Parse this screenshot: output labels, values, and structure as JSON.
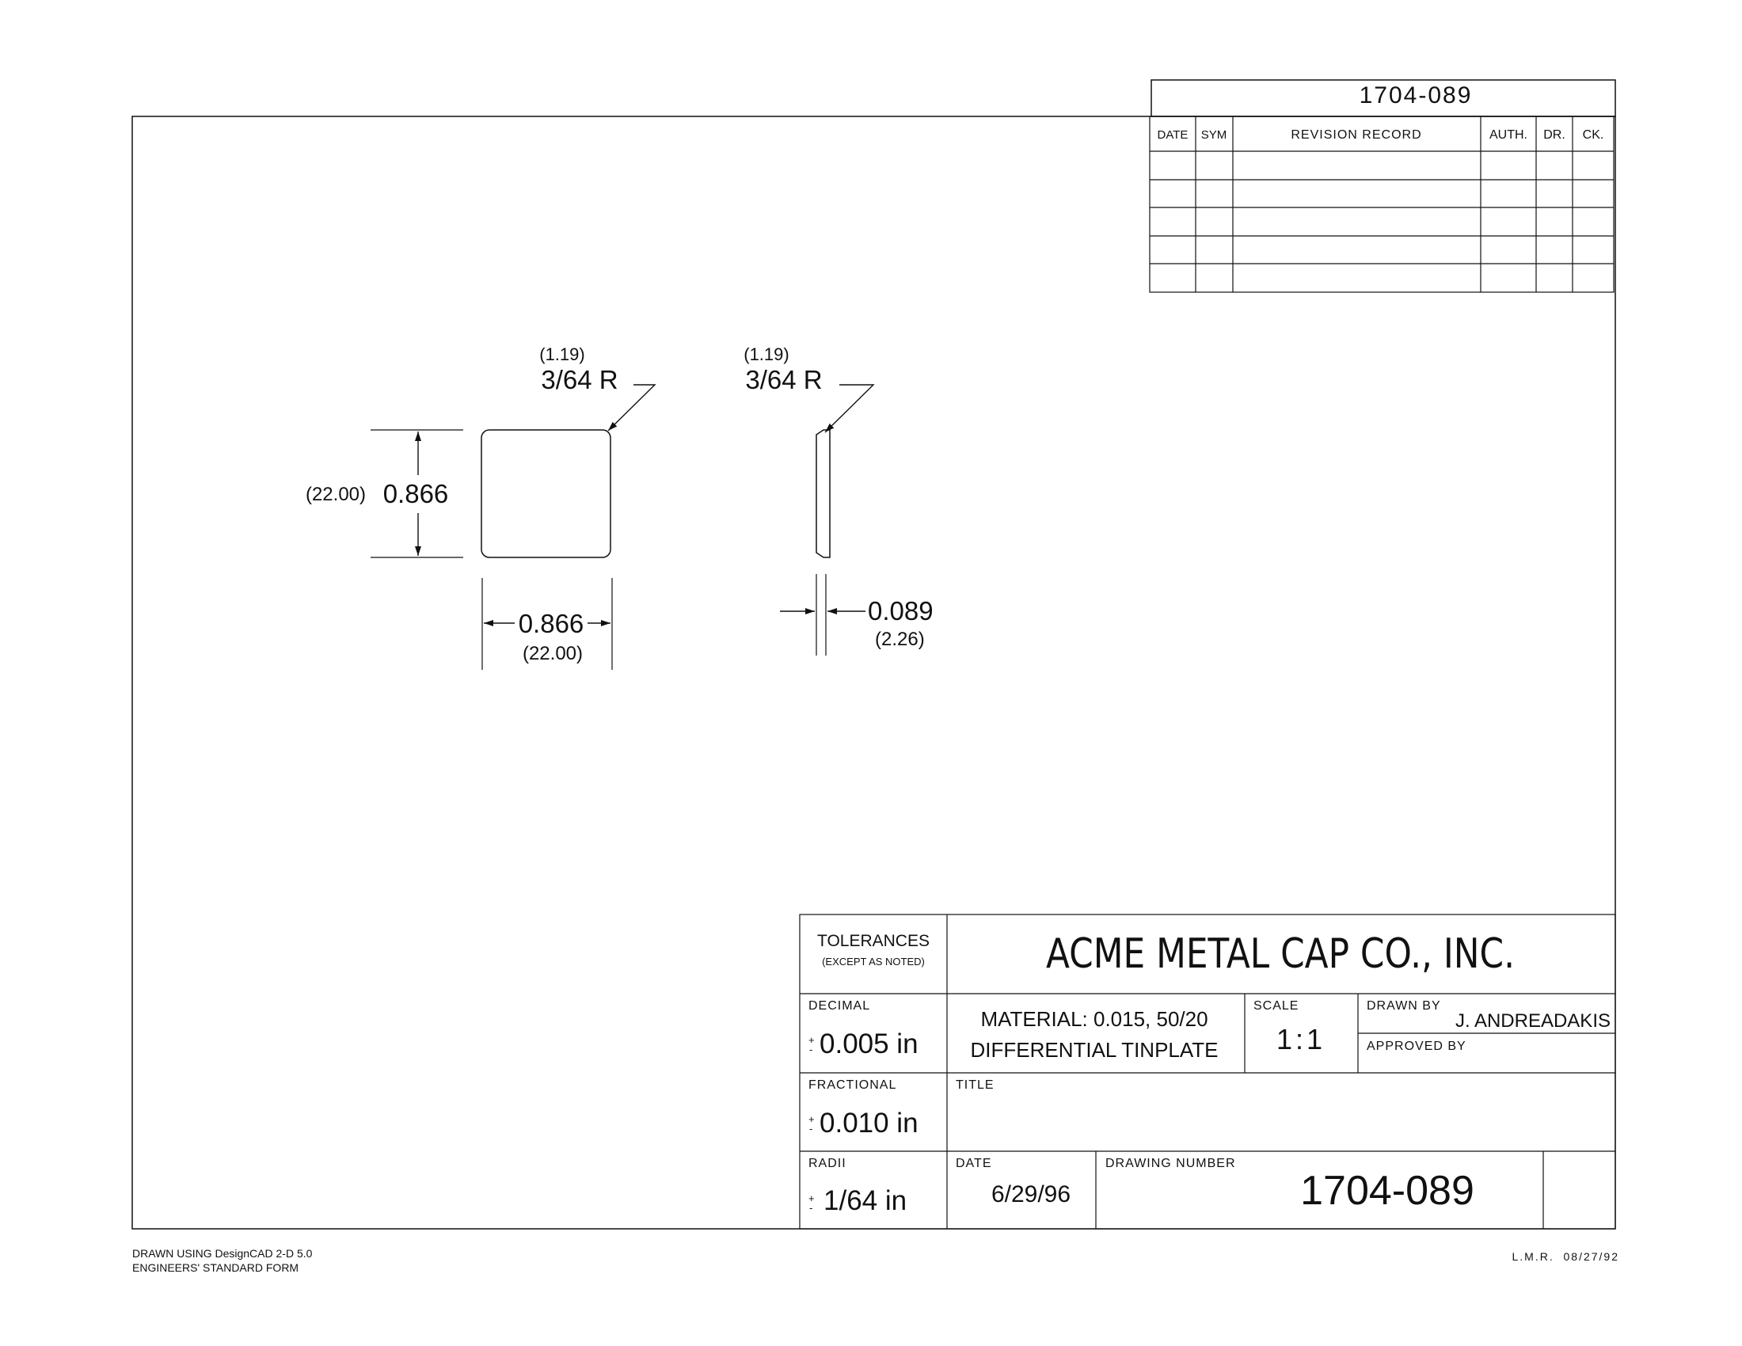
{
  "drawing_number_top": "1704-089",
  "revision_table": {
    "headers": [
      "DATE",
      "SYM",
      "REVISION RECORD",
      "AUTH.",
      "DR.",
      "CK."
    ],
    "rows": [
      [
        "",
        "",
        "",
        "",
        "",
        ""
      ],
      [
        "",
        "",
        "",
        "",
        "",
        ""
      ],
      [
        "",
        "",
        "",
        "",
        "",
        ""
      ],
      [
        "",
        "",
        "",
        "",
        "",
        ""
      ],
      [
        "",
        "",
        "",
        "",
        "",
        ""
      ]
    ]
  },
  "front_view": {
    "radius_metric": "(1.19)",
    "radius_label": "3/64 R",
    "height_metric": "(22.00)",
    "height_label": "0.866",
    "width_label": "0.866",
    "width_metric": "(22.00)"
  },
  "side_view": {
    "radius_metric": "(1.19)",
    "radius_label": "3/64 R",
    "thickness_label": "0.089",
    "thickness_metric": "(2.26)"
  },
  "title_block": {
    "tolerances_label": "TOLERANCES",
    "except_note": "(EXCEPT AS NOTED)",
    "company": "ACME METAL CAP CO., INC.",
    "decimal_label": "DECIMAL",
    "decimal_value": "0.005 in",
    "fractional_label": "FRACTIONAL",
    "fractional_value": "0.010 in",
    "radii_label": "RADII",
    "radii_value": "1/64 in",
    "pm_top": "+",
    "pm_bottom": "-",
    "material_line1": "MATERIAL: 0.015, 50/20",
    "material_line2": "DIFFERENTIAL TINPLATE",
    "scale_label": "SCALE",
    "scale_value": "1:1",
    "drawn_by_label": "DRAWN BY",
    "drawn_by_value": "J. ANDREADAKIS",
    "approved_by_label": "APPROVED BY",
    "title_label": "TITLE",
    "date_label": "DATE",
    "date_value": "6/29/96",
    "drawing_number_label": "DRAWING NUMBER",
    "drawing_number_value": "1704-089"
  },
  "footer": {
    "line1": "DRAWN USING DesignCAD 2-D 5.0",
    "line2": "ENGINEERS' STANDARD FORM",
    "right": "L.M.R.  08/27/92"
  }
}
